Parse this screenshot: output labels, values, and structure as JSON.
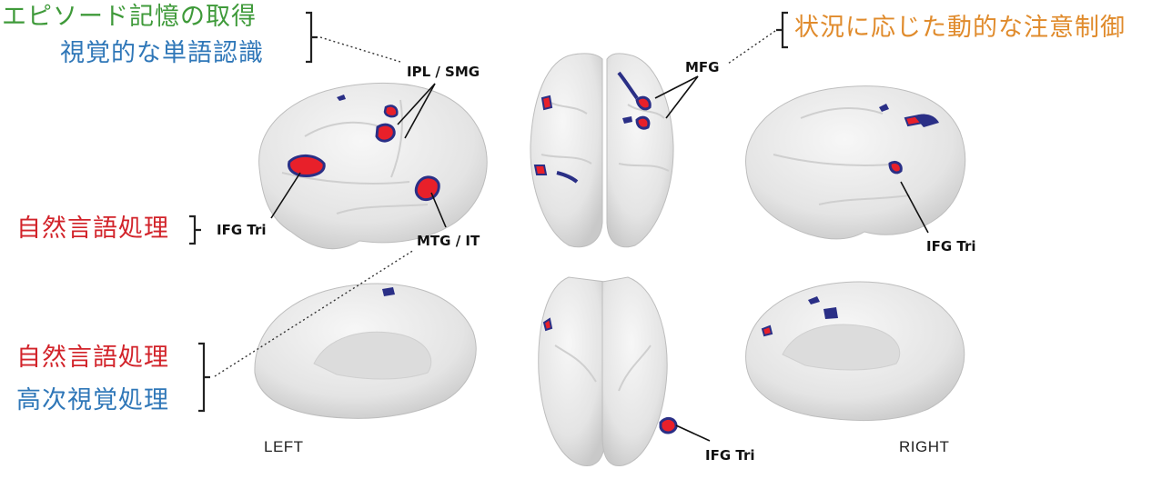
{
  "annotations": {
    "top_left": {
      "line1": "エピソード記憶の取得",
      "line2": "視覚的な単語認識"
    },
    "top_right": "状況に応じた動的な注意制御",
    "middle_left": "自然言語処理",
    "bottom_left": {
      "line1": "自然言語処理",
      "line2": "高次視覚処理"
    }
  },
  "region_labels": {
    "ipl_smg": "IPL / SMG",
    "mfg": "MFG",
    "ifg_tri_left": "IFG Tri",
    "mtg_it": "MTG / IT",
    "ifg_tri_right": "IFG Tri",
    "ifg_tri_ventral": "IFG Tri"
  },
  "view_labels": {
    "left": "LEFT",
    "right": "RIGHT"
  },
  "colors": {
    "green": "#3f9a3a",
    "blue": "#2f77b8",
    "orange": "#e08b2c",
    "red": "#d2232a",
    "activation_red": "#e8202a",
    "activation_blue": "#2a2f86",
    "brain": "#e9e9e9"
  }
}
